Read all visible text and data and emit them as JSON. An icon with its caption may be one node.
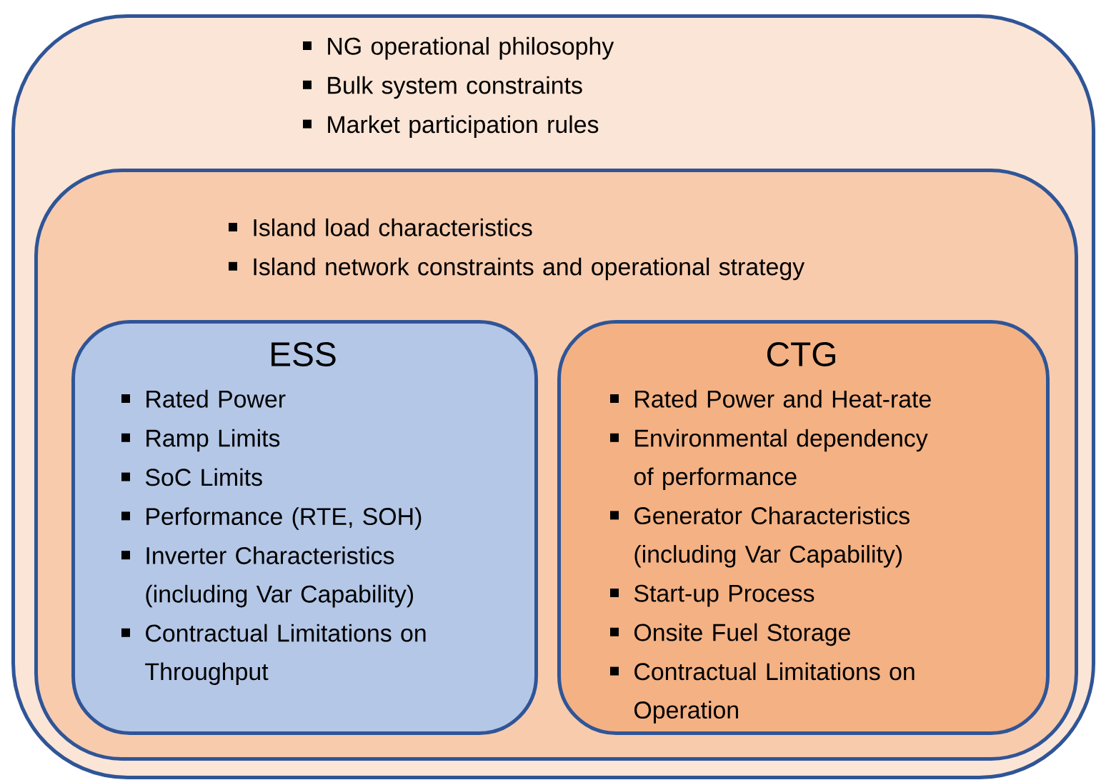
{
  "diagram": {
    "nodes": [
      {
        "text": [
          "NG operational philosophy",
          "Bulk system constraints",
          "Market participation rules"
        ]
      },
      {
        "text": [
          "Island load characteristics",
          "Island network constraints and operational strategy"
        ],
        "in": 0
      },
      {
        "text": [
          "ESS",
          "Rated Power",
          "Ramp Limits",
          "SoC Limits",
          "Performance (RTE, SOH)",
          "Inverter Characteristics (including Var Capability)",
          "Contractual Limitations on Throughput"
        ],
        "in": 1
      },
      {
        "text": [
          "CTG",
          "Rated Power and Heat-rate",
          "Environmental dependency of performance",
          "Generator Characteristics (including Var Capability)",
          "Start-up Process",
          "Onsite Fuel Storage",
          "Contractual Limitations on Operation"
        ],
        "in": 1
      }
    ]
  }
}
